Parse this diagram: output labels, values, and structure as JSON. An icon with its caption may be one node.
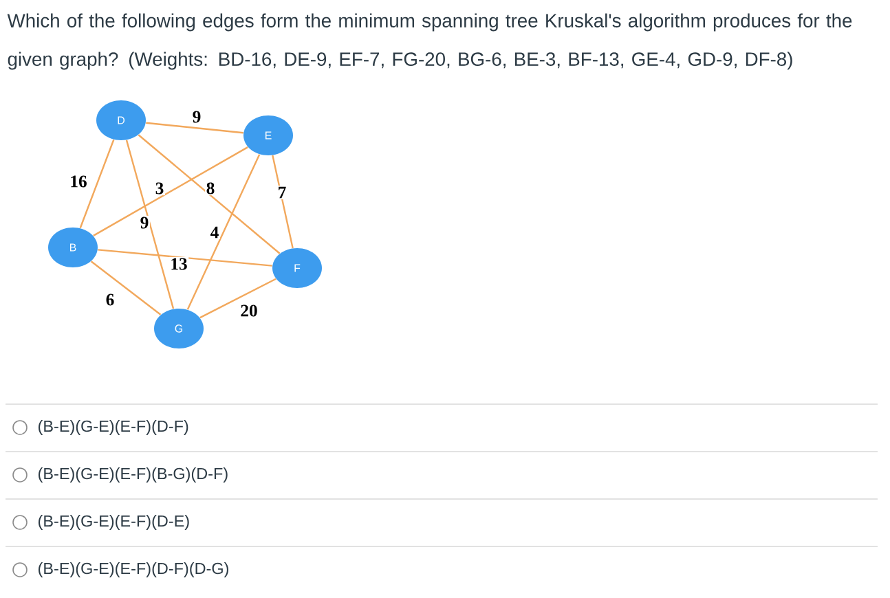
{
  "diagram": {
    "nodes": [
      {
        "text": [
          "D"
        ]
      },
      {
        "text": [
          "E"
        ]
      },
      {
        "text": [
          "B"
        ]
      },
      {
        "text": [
          "F"
        ]
      },
      {
        "text": [
          "G"
        ]
      }
    ],
    "edges": [
      {
        "from": 2,
        "to": 0,
        "arrow": "none",
        "label": "16"
      },
      {
        "from": 0,
        "to": 1,
        "arrow": "none",
        "label": "9"
      },
      {
        "from": 1,
        "to": 3,
        "arrow": "none",
        "label": "7"
      },
      {
        "from": 3,
        "to": 4,
        "arrow": "none",
        "label": "20"
      },
      {
        "from": 2,
        "to": 4,
        "arrow": "none",
        "label": "6"
      },
      {
        "from": 2,
        "to": 1,
        "arrow": "none",
        "label": "3"
      },
      {
        "from": 2,
        "to": 3,
        "arrow": "none",
        "label": "13"
      },
      {
        "from": 4,
        "to": 1,
        "arrow": "none",
        "label": "4"
      },
      {
        "from": 4,
        "to": 0,
        "arrow": "none",
        "label": "9"
      },
      {
        "from": 0,
        "to": 3,
        "arrow": "none",
        "label": "8"
      }
    ],
    "labels": [
      "Which of the following edges form the minimum spanning tree Kruskal's algorithm produces for the given graph? (Weights: BD-16, DE-9, EF-7, FG-20, BG-6, BE-3, BF-13, GE-4, GD-9, DF-8)",
      "(B-E)(G-E)(E-F)(D-F)",
      "(B-E)(G-E)(E-F)(B-G)(D-F)",
      "(B-E)(G-E)(E-F)(D-E)",
      "(B-E)(G-E)(E-F)(D-F)(D-G)"
    ]
  }
}
